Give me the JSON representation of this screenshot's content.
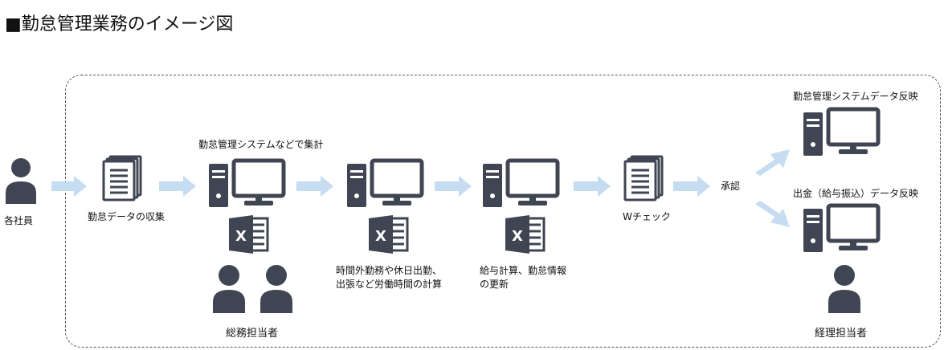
{
  "title": "■勤怠管理業務のイメージ図",
  "labels": {
    "employees": "各社員",
    "collect": "勤怠データの収集",
    "system_aggregate": "勤怠管理システムなどで集計",
    "general_affairs": "総務担当者",
    "calc_hours_line1": "時間外勤務や休日出勤、",
    "calc_hours_line2": "出張など労働時間の計算",
    "payroll_line1": "給与計算、勤怠情報",
    "payroll_line2": "の更新",
    "double_check": "Wチェック",
    "approval": "承認",
    "reflect_attendance": "勤怠管理システムデータ反映",
    "reflect_payout": "出金（給与振込）データ反映",
    "accounting": "経理担当者"
  },
  "icons": {
    "excel_letter": "X"
  },
  "colors": {
    "icon": "#3f4552",
    "arrow": "#c5dcf1",
    "frame": "#4a5565"
  }
}
